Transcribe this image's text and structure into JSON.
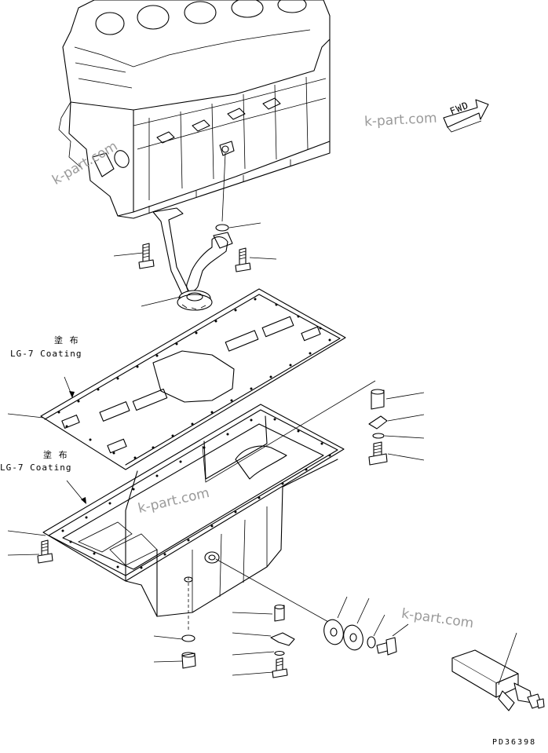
{
  "drawing": {
    "coating_label_1": {
      "kanji": "塗 布",
      "text": "LG-7 Coating"
    },
    "coating_label_2": {
      "kanji": "塗 布",
      "text": "LG-7 Coating"
    },
    "fwd_arrow_text": "FWD",
    "drawing_number": "PD36398"
  },
  "watermarks": [
    "k-part.com",
    "k-part.com",
    "k-part.com",
    "k-part.com"
  ]
}
